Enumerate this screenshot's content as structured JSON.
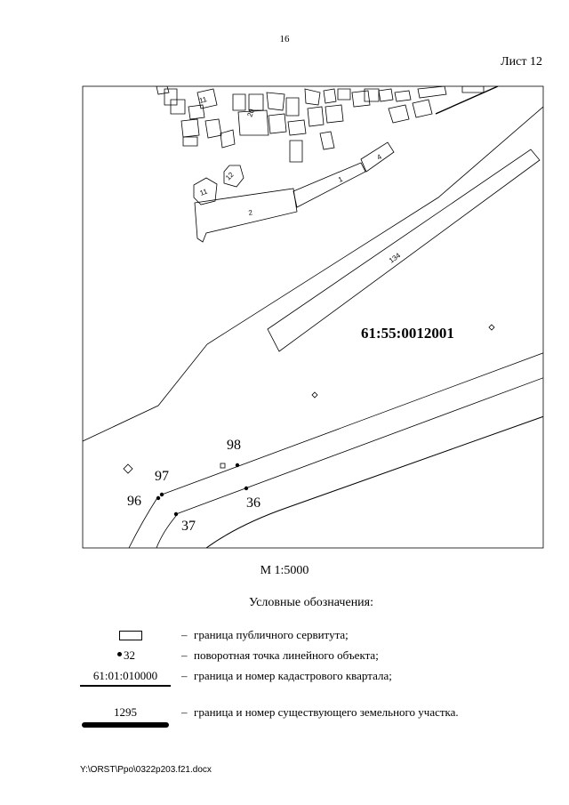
{
  "page_number": "16",
  "sheet_label": "Лист 12",
  "map": {
    "cadastral_quarter": "61:55:0012001",
    "parcel_labels": [
      "2",
      "1",
      "4",
      "11",
      "12",
      "11",
      "20",
      "134"
    ],
    "point_labels": [
      "98",
      "97",
      "96",
      "36",
      "37"
    ]
  },
  "scale_label": "М 1:5000",
  "legend": {
    "title": "Условные обозначения:",
    "items": [
      {
        "symbol": "rectangle",
        "symbol_text": "",
        "text": "граница публичного сервитута;"
      },
      {
        "symbol": "dot",
        "symbol_text": "32",
        "text": "поворотная точка линейного объекта;"
      },
      {
        "symbol": "thin-line",
        "symbol_text": "61:01:010000",
        "text": "граница и номер кадастрового квартала;"
      },
      {
        "symbol": "thick-line",
        "symbol_text": "1295",
        "text": "граница и номер существующего земельного участка."
      }
    ],
    "dash": "–"
  },
  "footer_path": "Y:\\ORST\\Ppo\\0322p203.f21.docx"
}
